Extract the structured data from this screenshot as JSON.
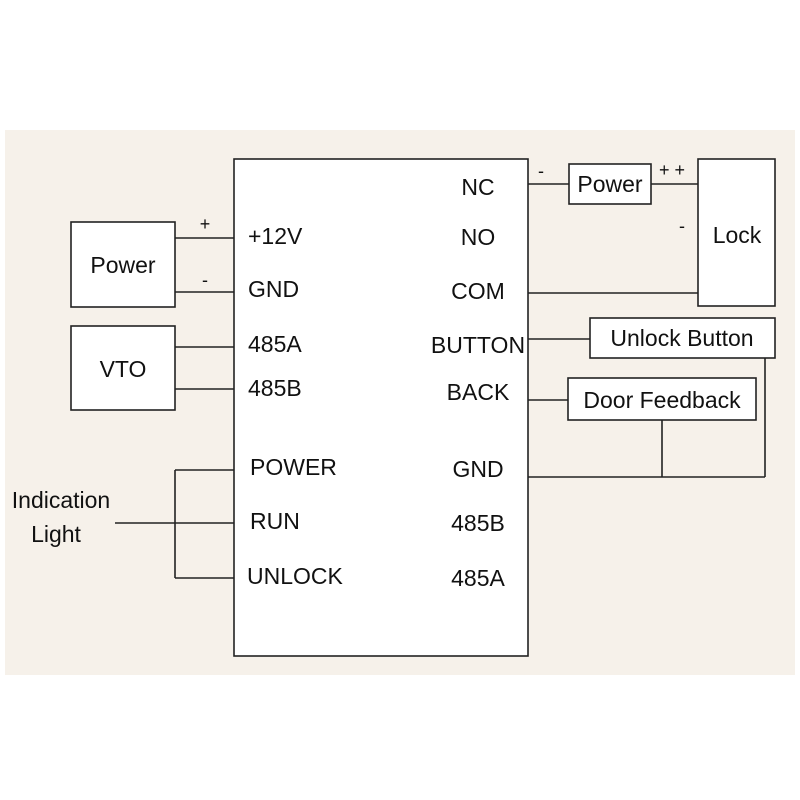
{
  "colors": {
    "background_panel": "#f6f1ea",
    "line": "#222222",
    "box_fill": "#ffffff",
    "text": "#111111"
  },
  "controller": {
    "left_pins": [
      "+12V",
      "GND",
      "485A",
      "485B",
      "POWER",
      "RUN",
      "UNLOCK"
    ],
    "right_pins": [
      "NC",
      "NO",
      "COM",
      "BUTTON",
      "BACK",
      "GND",
      "485B",
      "485A"
    ]
  },
  "devices": {
    "power_left": "Power",
    "vto": "VTO",
    "power_right": "Power",
    "lock": "Lock",
    "unlock_button": "Unlock Button",
    "door_feedback": "Door Feedback"
  },
  "indication_light": [
    "Indication",
    "Light"
  ],
  "polarity": {
    "left_plus": "+",
    "left_minus": "-",
    "nc_minus": "-",
    "power_plus": "+ +",
    "lock_minus": "-"
  }
}
